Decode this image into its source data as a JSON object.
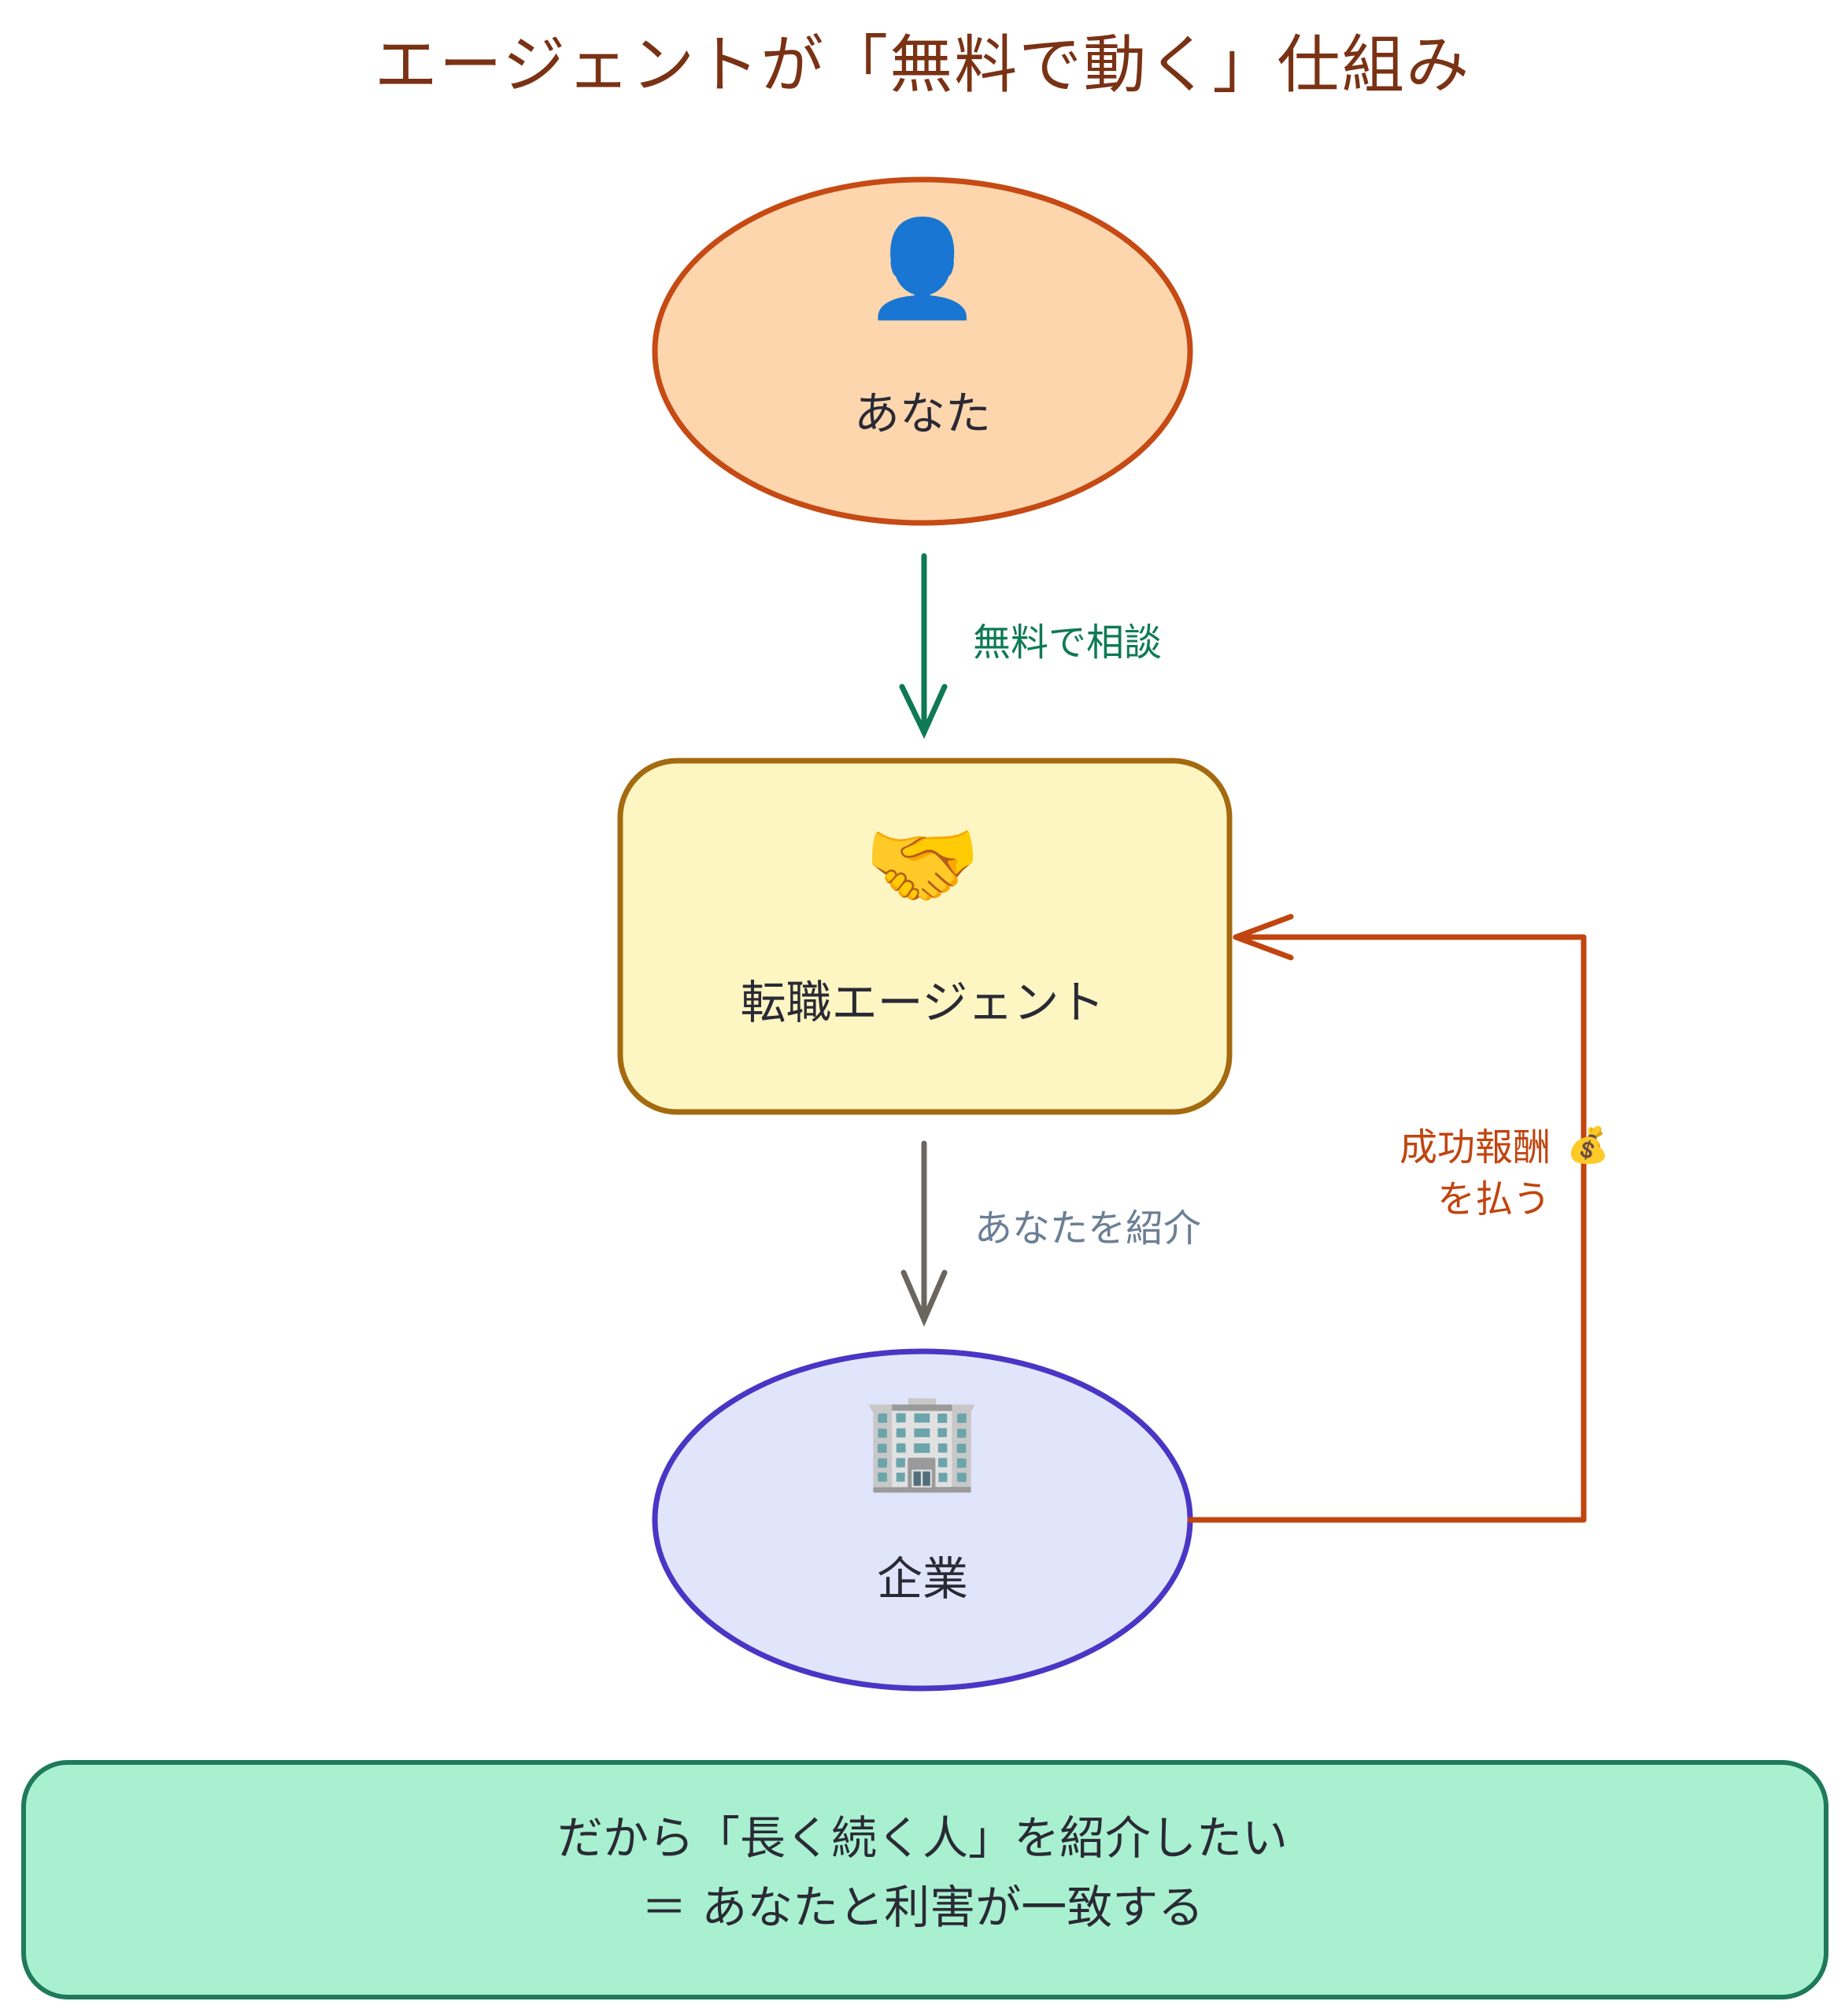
{
  "title": "エージェントが「無料で動く」仕組み",
  "nodes": {
    "you": {
      "label": "あなた",
      "icon": "person-silhouette-icon",
      "fill": "#fdd6ad",
      "stroke": "#c64a14"
    },
    "agent": {
      "label": "転職エージェント",
      "icon": "handshake-icon",
      "fill": "#fdf6c2",
      "stroke": "#a46a10"
    },
    "company": {
      "label": "企業",
      "icon": "office-building-icon",
      "fill": "#e1e5fb",
      "stroke": "#4b35c5"
    }
  },
  "edges": {
    "consult": {
      "label": "無料で相談",
      "color": "#0e7a55"
    },
    "introduce": {
      "label": "あなたを紹介",
      "color": "#6b6560"
    },
    "fee": {
      "label_line1": "成功報酬",
      "label_line2": "を払う",
      "icon": "money-bag-icon",
      "color": "#c0450f"
    }
  },
  "conclusion": {
    "line1": "だから「長く続く人」を紹介したい",
    "line2": "＝ あなたと利害が一致する",
    "fill": "#a8f0d0",
    "stroke": "#1e7a5a"
  }
}
